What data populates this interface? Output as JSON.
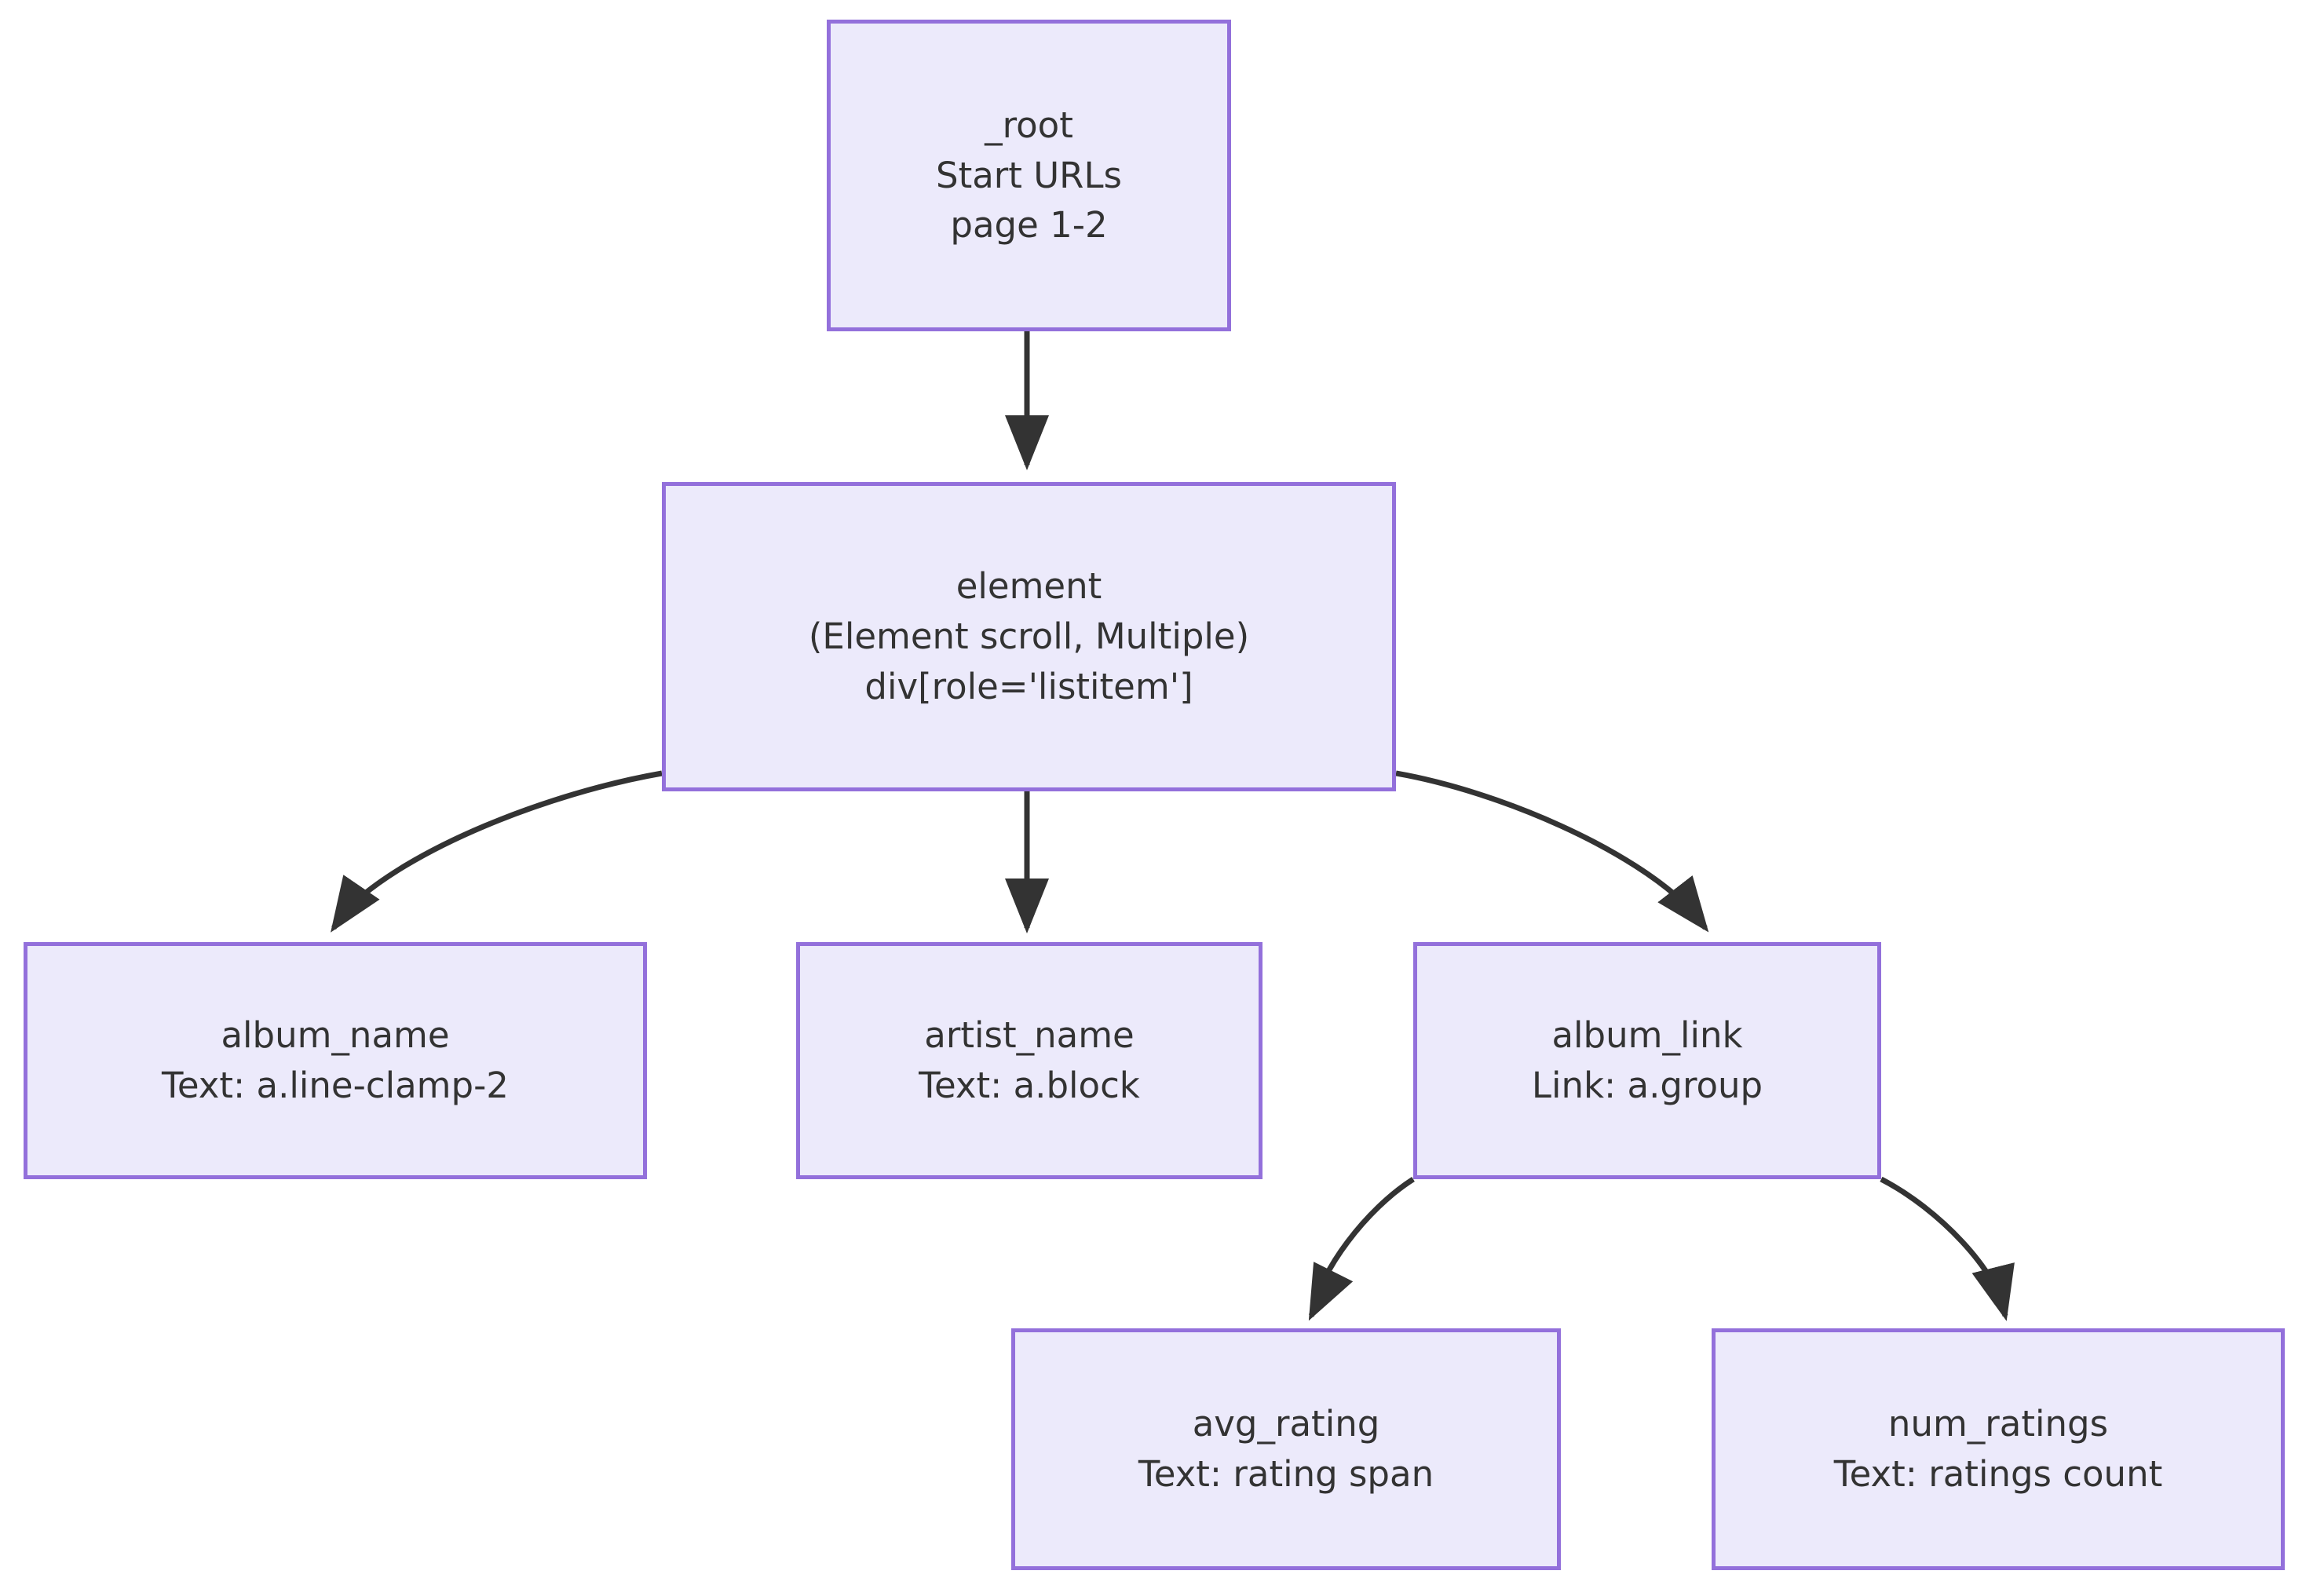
{
  "diagram": {
    "type": "flowchart",
    "direction": "top-down",
    "colors": {
      "node_fill": "#ECEAFB",
      "node_border": "#9370DB",
      "edge_stroke": "#333333",
      "text": "#333333",
      "background": "#FFFFFF"
    },
    "nodes": [
      {
        "id": "_root",
        "line1": "_root",
        "line2": "Start URLs",
        "line3": "page 1-2"
      },
      {
        "id": "element",
        "line1": "element",
        "line2": "(Element scroll, Multiple)",
        "line3": "div[role='listitem']"
      },
      {
        "id": "album_name",
        "line1": "album_name",
        "line2": "Text: a.line-clamp-2"
      },
      {
        "id": "artist_name",
        "line1": "artist_name",
        "line2": "Text: a.block"
      },
      {
        "id": "album_link",
        "line1": "album_link",
        "line2": "Link: a.group"
      },
      {
        "id": "avg_rating",
        "line1": "avg_rating",
        "line2": "Text: rating span"
      },
      {
        "id": "num_ratings",
        "line1": "num_ratings",
        "line2": "Text: ratings count"
      }
    ],
    "edges": [
      {
        "from": "_root",
        "to": "element"
      },
      {
        "from": "element",
        "to": "album_name"
      },
      {
        "from": "element",
        "to": "artist_name"
      },
      {
        "from": "element",
        "to": "album_link"
      },
      {
        "from": "album_link",
        "to": "avg_rating"
      },
      {
        "from": "album_link",
        "to": "num_ratings"
      }
    ]
  }
}
